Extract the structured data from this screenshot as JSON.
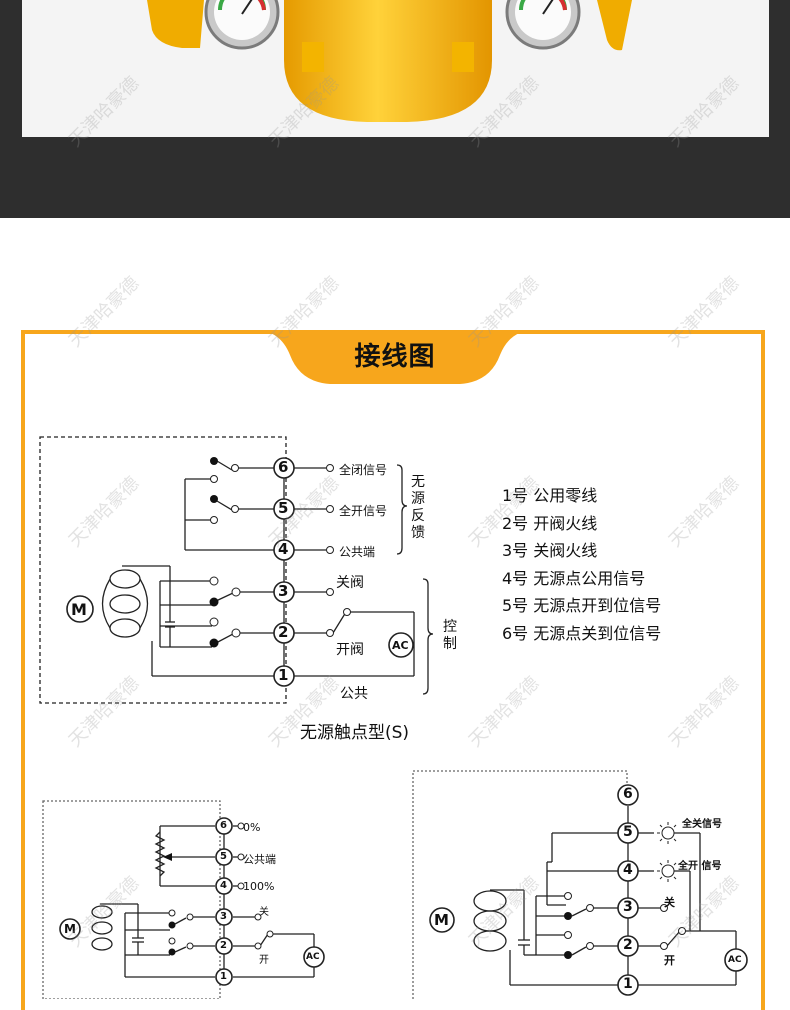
{
  "section_title": "接线图",
  "watermark": "天津哈豪德",
  "diagram1": {
    "caption": "无源触点型(S)",
    "terminals": [
      "6",
      "5",
      "4",
      "3",
      "2",
      "1"
    ],
    "motor": "M",
    "ac": "AC",
    "labels": {
      "t6": "全闭信号",
      "t5": "全开信号",
      "t4": "公共端",
      "close": "关阀",
      "open": "开阀",
      "common": "公共"
    },
    "group_feedback": [
      "无",
      "源",
      "反",
      "馈"
    ],
    "group_control": [
      "控",
      "制"
    ]
  },
  "legend": [
    "1号  公用零线",
    "2号  开阀火线",
    "3号  关阀火线",
    "4号  无源点公用信号",
    "5号  无源点开到位信号",
    "6号  无源点关到位信号"
  ],
  "diagram2": {
    "terminals": [
      "6",
      "5",
      "4",
      "3",
      "2",
      "1"
    ],
    "motor": "M",
    "ac": "AC",
    "labels": {
      "t6": "0%",
      "t5": "公共端",
      "t4": "100%",
      "close": "关",
      "open": "开"
    }
  },
  "diagram3": {
    "terminals": [
      "6",
      "5",
      "4",
      "3",
      "2",
      "1"
    ],
    "motor": "M",
    "ac": "AC",
    "labels": {
      "t5": "全关信号",
      "t4": "全开 信号",
      "close": "关",
      "open": "开"
    }
  },
  "colors": {
    "accent": "#f7a61c",
    "dark": "#2e2e2e",
    "tank": "#f5b800"
  }
}
